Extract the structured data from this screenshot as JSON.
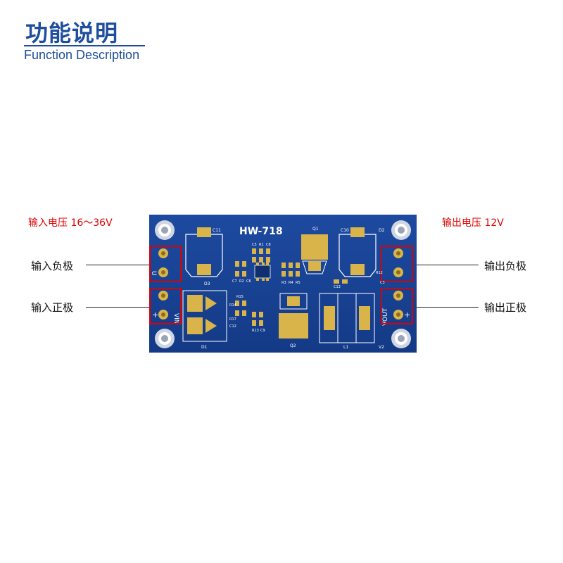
{
  "header": {
    "title_cn": "功能说明",
    "title_en": "Function Description"
  },
  "labels": {
    "input_voltage": "输入电压 16～36V",
    "output_voltage": "输出电压 12V",
    "input_negative": "输入负极",
    "input_positive": "输入正极",
    "output_negative": "输出负极",
    "output_positive": "输出正极"
  },
  "board": {
    "model": "HW-718",
    "silk": {
      "c11": "C11",
      "d3": "D3",
      "c5": "C5",
      "r1": "R1",
      "c8": "C8",
      "c7": "C7",
      "r2": "R2",
      "c6": "C6",
      "q1": "Q1",
      "c10": "C10",
      "d2": "D2",
      "r3": "R3",
      "r4": "R4",
      "r5": "R5",
      "r12": "R12",
      "c13": "C13",
      "c3": "C3",
      "r15": "R15",
      "r14": "R14",
      "r17": "R17",
      "c12": "C12",
      "r13": "R13",
      "c9": "C9",
      "d1": "D1",
      "q2": "Q2",
      "l1": "L1",
      "v2": "V2",
      "vin": "VIN",
      "vout": "VOUT",
      "minus": "-",
      "plus": "+",
      "u": "U"
    },
    "colors": {
      "pcb": "#173f8e",
      "pad": "#d9b44a",
      "highlight_box": "#e00000"
    }
  }
}
